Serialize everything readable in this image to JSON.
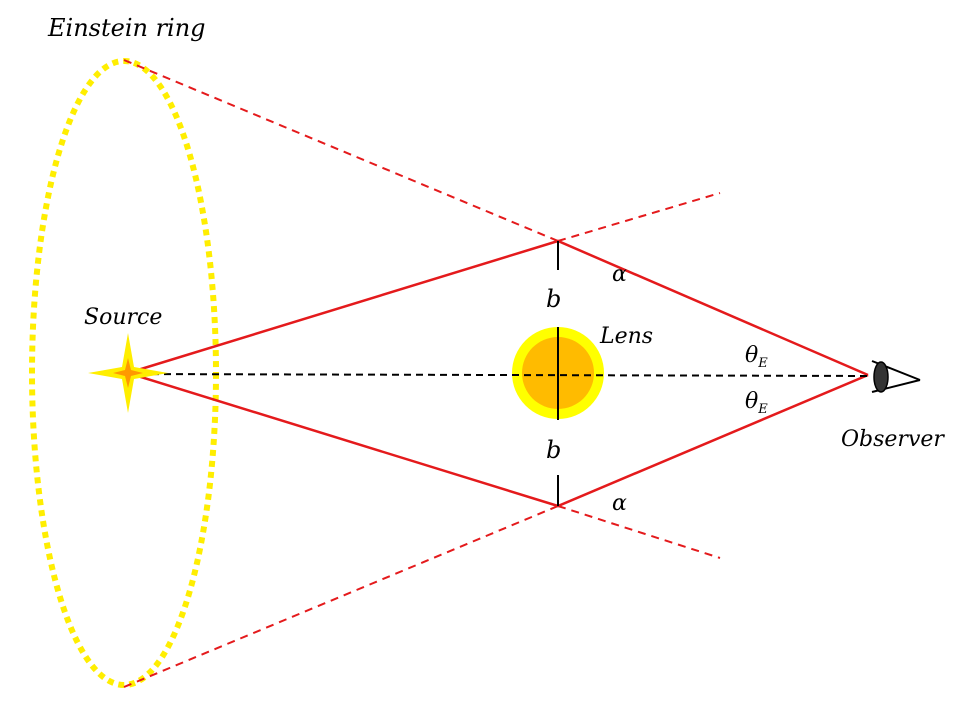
{
  "labels": {
    "einstein_ring": "Einstein ring",
    "source": "Source",
    "lens": "Lens",
    "observer": "Observer",
    "b_top": "b",
    "b_bottom": "b",
    "alpha_top": "α",
    "alpha_bottom": "α",
    "theta_top": "θ",
    "theta_top_sub": "E",
    "theta_bottom": "θ",
    "theta_bottom_sub": "E"
  },
  "colors": {
    "ray": "#e41a1c",
    "ring": "#ffee00",
    "lens_outer": "#ffff00",
    "lens_inner": "#ffbb00",
    "source_star": "#ffee00",
    "source_core": "#ff9900",
    "axis": "#000000",
    "eye": "#000000"
  }
}
